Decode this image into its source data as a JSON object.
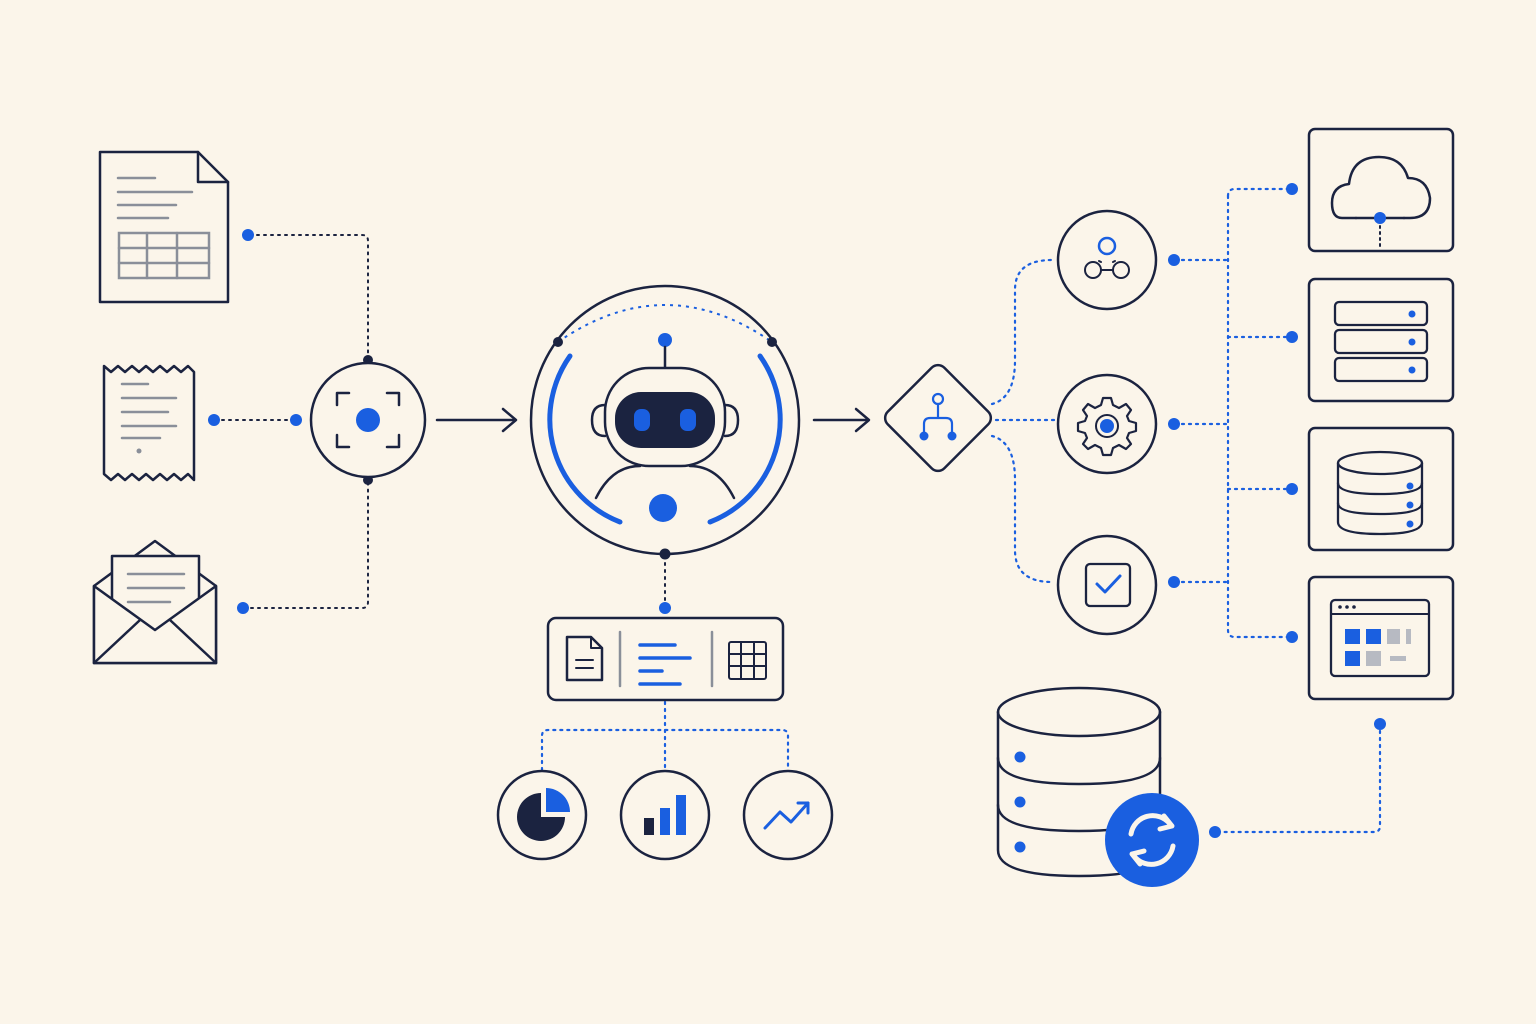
{
  "colors": {
    "background": "#FBF5EA",
    "navy": "#1B2340",
    "accent_blue": "#1A5FE0",
    "gray": "#8A8F99"
  },
  "inputs": [
    {
      "id": "spreadsheet-document",
      "icon": "spreadsheet-document-icon"
    },
    {
      "id": "receipt",
      "icon": "receipt-icon"
    },
    {
      "id": "email-envelope",
      "icon": "envelope-icon"
    }
  ],
  "capture_node": {
    "icon": "scan-capture-icon"
  },
  "ai_core": {
    "icon": "robot-icon"
  },
  "extraction_panel": {
    "icons": [
      "document-icon",
      "text-lines-icon",
      "table-icon"
    ]
  },
  "analytics": {
    "icons": [
      "pie-chart-icon",
      "bar-chart-icon",
      "trend-line-icon"
    ]
  },
  "router": {
    "icon": "workflow-branch-icon"
  },
  "services": [
    {
      "id": "integration",
      "icon": "network-nodes-icon"
    },
    {
      "id": "processing",
      "icon": "gear-icon"
    },
    {
      "id": "validation",
      "icon": "checkbox-icon"
    }
  ],
  "destinations": [
    {
      "id": "cloud",
      "icon": "cloud-upload-icon"
    },
    {
      "id": "server",
      "icon": "server-rack-icon"
    },
    {
      "id": "database",
      "icon": "database-icon"
    },
    {
      "id": "dashboard",
      "icon": "dashboard-window-icon"
    }
  ],
  "sync_storage": {
    "icons": [
      "large-database-icon",
      "sync-icon"
    ]
  }
}
